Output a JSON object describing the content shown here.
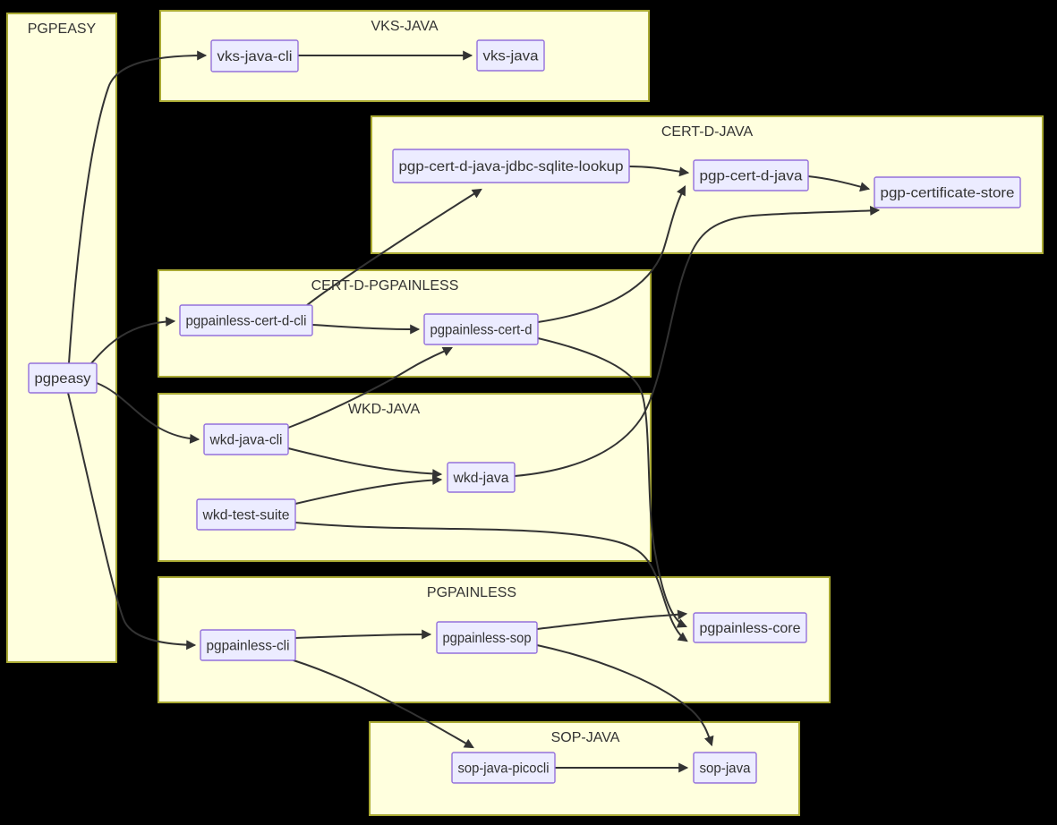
{
  "diagram": {
    "type": "flowchart",
    "direction": "LR",
    "background": "#000000",
    "colors": {
      "cluster_fill": "#ffffde",
      "cluster_border": "#aaaa33",
      "node_fill": "#ECECFF",
      "node_border": "#9370DB",
      "edge": "#333333",
      "text": "#333333"
    },
    "clusters": [
      {
        "id": "PGPEASY",
        "label": "PGPEASY"
      },
      {
        "id": "VKS-JAVA",
        "label": "VKS-JAVA"
      },
      {
        "id": "CERT-D-JAVA",
        "label": "CERT-D-JAVA"
      },
      {
        "id": "CERT-D-PGPAINLESS",
        "label": "CERT-D-PGPAINLESS"
      },
      {
        "id": "WKD-JAVA",
        "label": "WKD-JAVA"
      },
      {
        "id": "PGPAINLESS",
        "label": "PGPAINLESS"
      },
      {
        "id": "SOP-JAVA",
        "label": "SOP-JAVA"
      }
    ],
    "nodes": [
      {
        "id": "pgpeasy",
        "label": "pgpeasy",
        "cluster": "PGPEASY"
      },
      {
        "id": "vks-java-cli",
        "label": "vks-java-cli",
        "cluster": "VKS-JAVA"
      },
      {
        "id": "vks-java",
        "label": "vks-java",
        "cluster": "VKS-JAVA"
      },
      {
        "id": "pgp-cert-d-java-jdbc-sqlite-lookup",
        "label": "pgp-cert-d-java-jdbc-sqlite-lookup",
        "cluster": "CERT-D-JAVA"
      },
      {
        "id": "pgp-cert-d-java",
        "label": "pgp-cert-d-java",
        "cluster": "CERT-D-JAVA"
      },
      {
        "id": "pgp-certificate-store",
        "label": "pgp-certificate-store",
        "cluster": "CERT-D-JAVA"
      },
      {
        "id": "pgpainless-cert-d-cli",
        "label": "pgpainless-cert-d-cli",
        "cluster": "CERT-D-PGPAINLESS"
      },
      {
        "id": "pgpainless-cert-d",
        "label": "pgpainless-cert-d",
        "cluster": "CERT-D-PGPAINLESS"
      },
      {
        "id": "wkd-java-cli",
        "label": "wkd-java-cli",
        "cluster": "WKD-JAVA"
      },
      {
        "id": "wkd-java",
        "label": "wkd-java",
        "cluster": "WKD-JAVA"
      },
      {
        "id": "wkd-test-suite",
        "label": "wkd-test-suite",
        "cluster": "WKD-JAVA"
      },
      {
        "id": "pgpainless-cli",
        "label": "pgpainless-cli",
        "cluster": "PGPAINLESS"
      },
      {
        "id": "pgpainless-sop",
        "label": "pgpainless-sop",
        "cluster": "PGPAINLESS"
      },
      {
        "id": "pgpainless-core",
        "label": "pgpainless-core",
        "cluster": "PGPAINLESS"
      },
      {
        "id": "sop-java-picocli",
        "label": "sop-java-picocli",
        "cluster": "SOP-JAVA"
      },
      {
        "id": "sop-java",
        "label": "sop-java",
        "cluster": "SOP-JAVA"
      }
    ],
    "edges": [
      {
        "from": "pgpeasy",
        "to": "vks-java-cli"
      },
      {
        "from": "pgpeasy",
        "to": "pgpainless-cert-d-cli"
      },
      {
        "from": "pgpeasy",
        "to": "wkd-java-cli"
      },
      {
        "from": "pgpeasy",
        "to": "pgpainless-cli"
      },
      {
        "from": "vks-java-cli",
        "to": "vks-java"
      },
      {
        "from": "pgpainless-cert-d-cli",
        "to": "pgp-cert-d-java-jdbc-sqlite-lookup"
      },
      {
        "from": "pgpainless-cert-d-cli",
        "to": "pgpainless-cert-d"
      },
      {
        "from": "pgp-cert-d-java-jdbc-sqlite-lookup",
        "to": "pgp-cert-d-java"
      },
      {
        "from": "pgp-cert-d-java",
        "to": "pgp-certificate-store"
      },
      {
        "from": "pgpainless-cert-d",
        "to": "pgp-cert-d-java"
      },
      {
        "from": "pgpainless-cert-d",
        "to": "pgpainless-core"
      },
      {
        "from": "wkd-java-cli",
        "to": "pgpainless-cert-d"
      },
      {
        "from": "wkd-java-cli",
        "to": "wkd-java"
      },
      {
        "from": "wkd-test-suite",
        "to": "wkd-java"
      },
      {
        "from": "wkd-test-suite",
        "to": "pgpainless-core"
      },
      {
        "from": "wkd-java",
        "to": "pgp-certificate-store"
      },
      {
        "from": "pgpainless-cli",
        "to": "pgpainless-sop"
      },
      {
        "from": "pgpainless-cli",
        "to": "sop-java-picocli"
      },
      {
        "from": "pgpainless-sop",
        "to": "pgpainless-core"
      },
      {
        "from": "pgpainless-sop",
        "to": "sop-java"
      },
      {
        "from": "sop-java-picocli",
        "to": "sop-java"
      }
    ]
  }
}
